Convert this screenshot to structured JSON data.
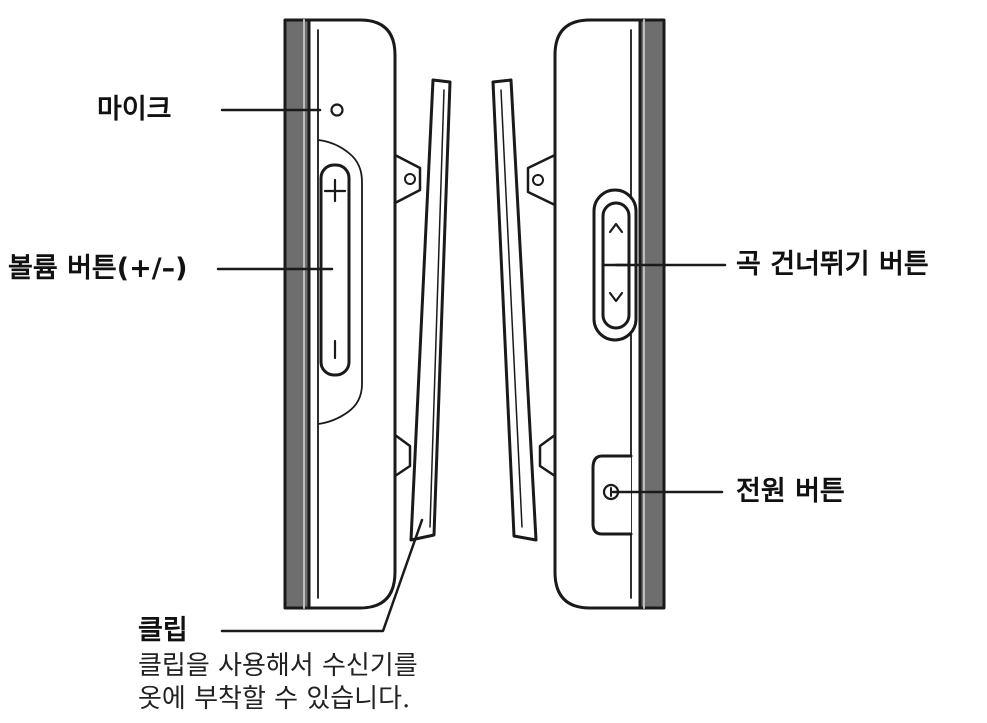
{
  "labels": {
    "mic": "마이크",
    "volume": "볼륨 버튼(+/–)",
    "skip": "곡 건너뛰기 버튼",
    "power": "전원 버튼",
    "clip": "클립"
  },
  "button_marks": {
    "plus": "+",
    "minus": "–"
  },
  "clip_description": {
    "line1": "클립을 사용해서 수신기를",
    "line2": "옷에 부착할 수 있습니다."
  },
  "colors": {
    "stroke": "#1a1a1a",
    "device_fill": "#ffffff",
    "edge_band": "#6e6e6e",
    "text": "#111111"
  }
}
